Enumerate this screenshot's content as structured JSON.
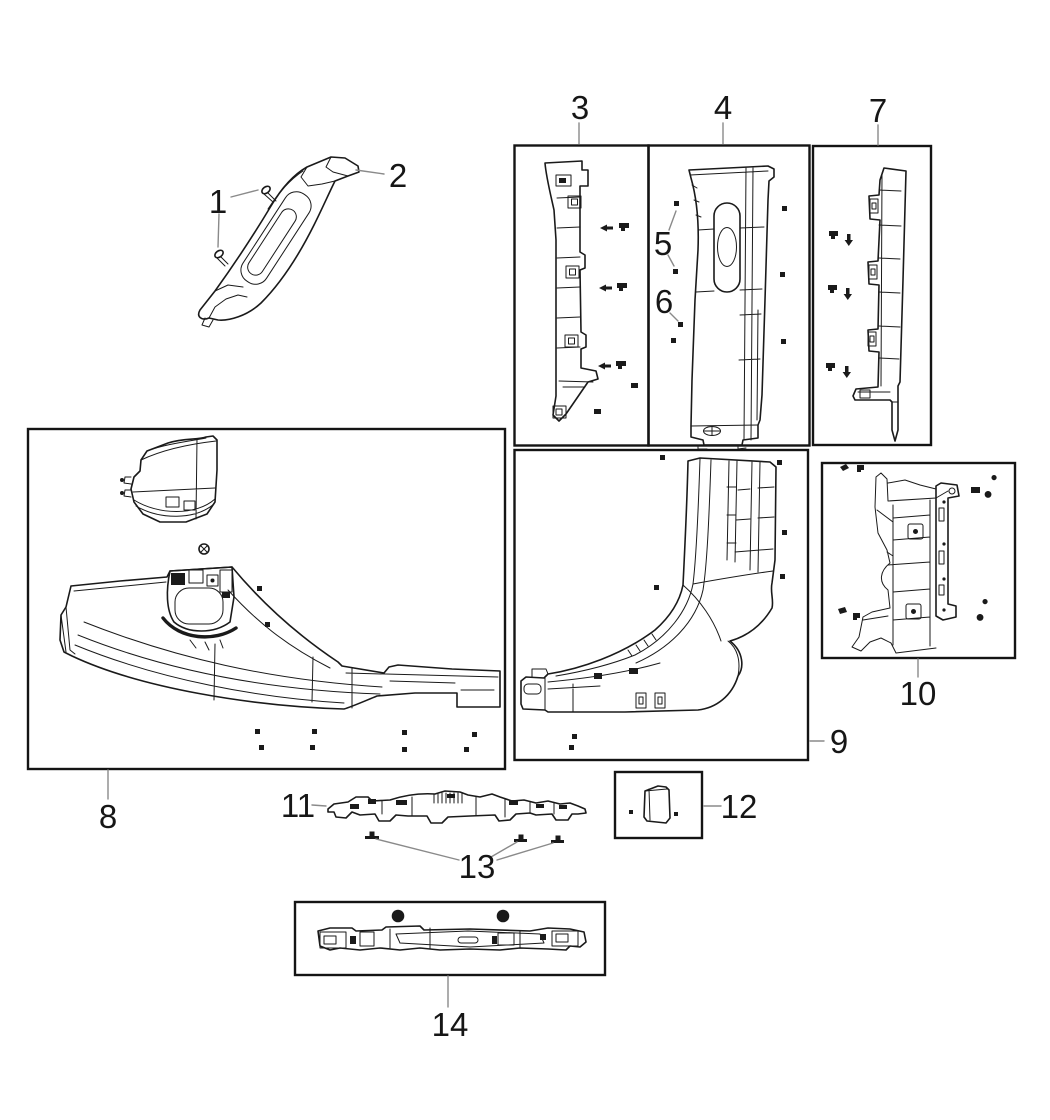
{
  "diagram": {
    "type": "exploded-parts-diagram",
    "callout_count": 14,
    "callouts": {
      "c1": "1",
      "c2": "2",
      "c3": "3",
      "c4": "4",
      "c5": "5",
      "c6": "6",
      "c7": "7",
      "c8": "8",
      "c9": "9",
      "c10": "10",
      "c11": "11",
      "c12": "12",
      "c13": "13",
      "c14": "14"
    },
    "colors": {
      "background": "#ffffff",
      "line": "#1a1a1a",
      "leader": "#8a8a8a",
      "label": "#161616"
    },
    "icons": [
      "screw-icon",
      "grommet-icon",
      "push-pin-clip-icon",
      "retainer-clip-icon",
      "arrow-left-icon",
      "arrow-down-icon",
      "rivet-clip-icon"
    ]
  }
}
